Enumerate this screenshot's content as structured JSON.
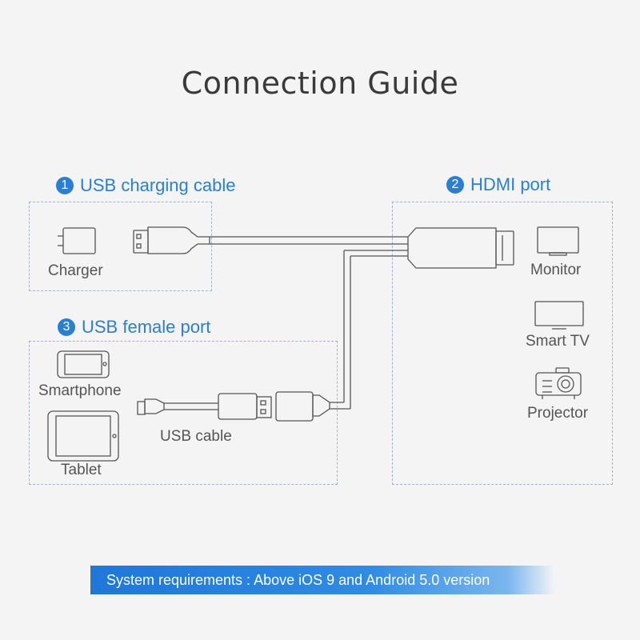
{
  "title": "Connection Guide",
  "sections": {
    "usb_charging": {
      "number": "1",
      "label": "USB charging cable"
    },
    "hdmi_port": {
      "number": "2",
      "label": "HDMI port"
    },
    "usb_female": {
      "number": "3",
      "label": "USB female port"
    }
  },
  "devices": {
    "charger": "Charger",
    "smartphone": "Smartphone",
    "tablet": "Tablet",
    "usb_cable": "USB cable",
    "monitor": "Monitor",
    "smart_tv": "Smart TV",
    "projector": "Projector"
  },
  "requirements": "System requirements : Above iOS 9 and Android 5.0 version",
  "colors": {
    "accent": "#2b7fd2",
    "line": "#555555",
    "box_border": "#9fb4cc"
  },
  "icons": [
    "charger-icon",
    "usb-a-plug-icon",
    "hdmi-plug-icon",
    "monitor-icon",
    "smart-tv-icon",
    "projector-icon",
    "smartphone-icon",
    "tablet-icon",
    "micro-usb-plug-icon",
    "usb-female-port-icon"
  ]
}
